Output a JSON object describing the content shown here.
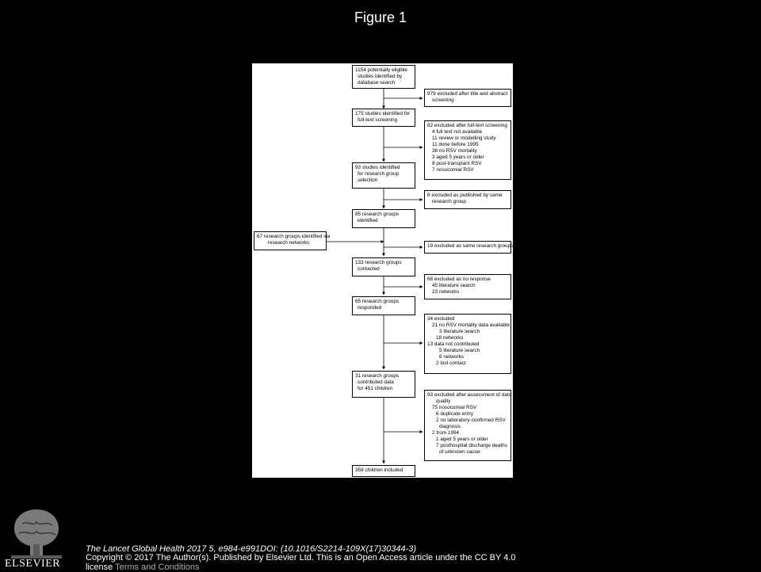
{
  "title": "Figure 1",
  "flow": {
    "main": [
      {
        "lines": [
          "1154 potentially eligible",
          "studies identified by",
          "database search"
        ]
      },
      {
        "lines": [
          "175 studies identified for",
          "full-text screening"
        ]
      },
      {
        "lines": [
          "93 studies identified",
          "for research group",
          "selection"
        ]
      },
      {
        "lines": [
          "85 research groups",
          "identified"
        ]
      },
      {
        "lines": [
          "133 research groups",
          "contacted"
        ]
      },
      {
        "lines": [
          "65 research groups",
          "responded"
        ]
      },
      {
        "lines": [
          "31 research groups",
          "contributed data",
          "for 451 children"
        ]
      },
      {
        "lines": [
          "358 children included"
        ]
      }
    ],
    "side_in": {
      "lines": [
        "67 research groups identified via",
        "research networks"
      ]
    },
    "excluded": [
      {
        "lines": [
          "979 excluded after title and abstract",
          "screening"
        ]
      },
      {
        "lines": [
          "82 excluded after full-text screening",
          "4 full text not available",
          "11 review or modelling study",
          "11 done before 1995",
          "38 no RSV mortality",
          "3 aged 5 years or older",
          "8 post-transplant RSV",
          "7 nosocomial RSV"
        ]
      },
      {
        "lines": [
          "8 excluded as published by same",
          "research group"
        ]
      },
      {
        "lines": [
          "19 excluded as same research groups"
        ]
      },
      {
        "lines": [
          "68 excluded as no response",
          "45 literature search",
          "23 networks"
        ]
      },
      {
        "lines": [
          "34 excluded",
          "21 no RSV mortality data available",
          "3 literature search",
          "18 networks",
          "13 data not contributed",
          "5 literature search",
          "6 networks",
          "2 lost contact"
        ]
      },
      {
        "lines": [
          "93 excluded after assessment of data",
          "quality",
          "75 nosocomial RSV",
          "6 duplicate entry",
          "2 no laboratory-confirmed RSV",
          "diagnosis",
          "2 from 1994",
          "1 aged 5 years or older",
          "7 posthospital discharge deaths",
          "of unknown cause"
        ]
      }
    ]
  },
  "footer": {
    "citation": "The Lancet Global Health 2017 5, e984-e991DOI: (10.1016/S2214-109X(17)30344-3)",
    "copyright": "Copyright © 2017 The Author(s). Published by Elsevier Ltd. This is an Open Access article under the CC BY 4.0 license ",
    "terms_link": "Terms and Conditions"
  },
  "publisher": "ELSEVIER"
}
